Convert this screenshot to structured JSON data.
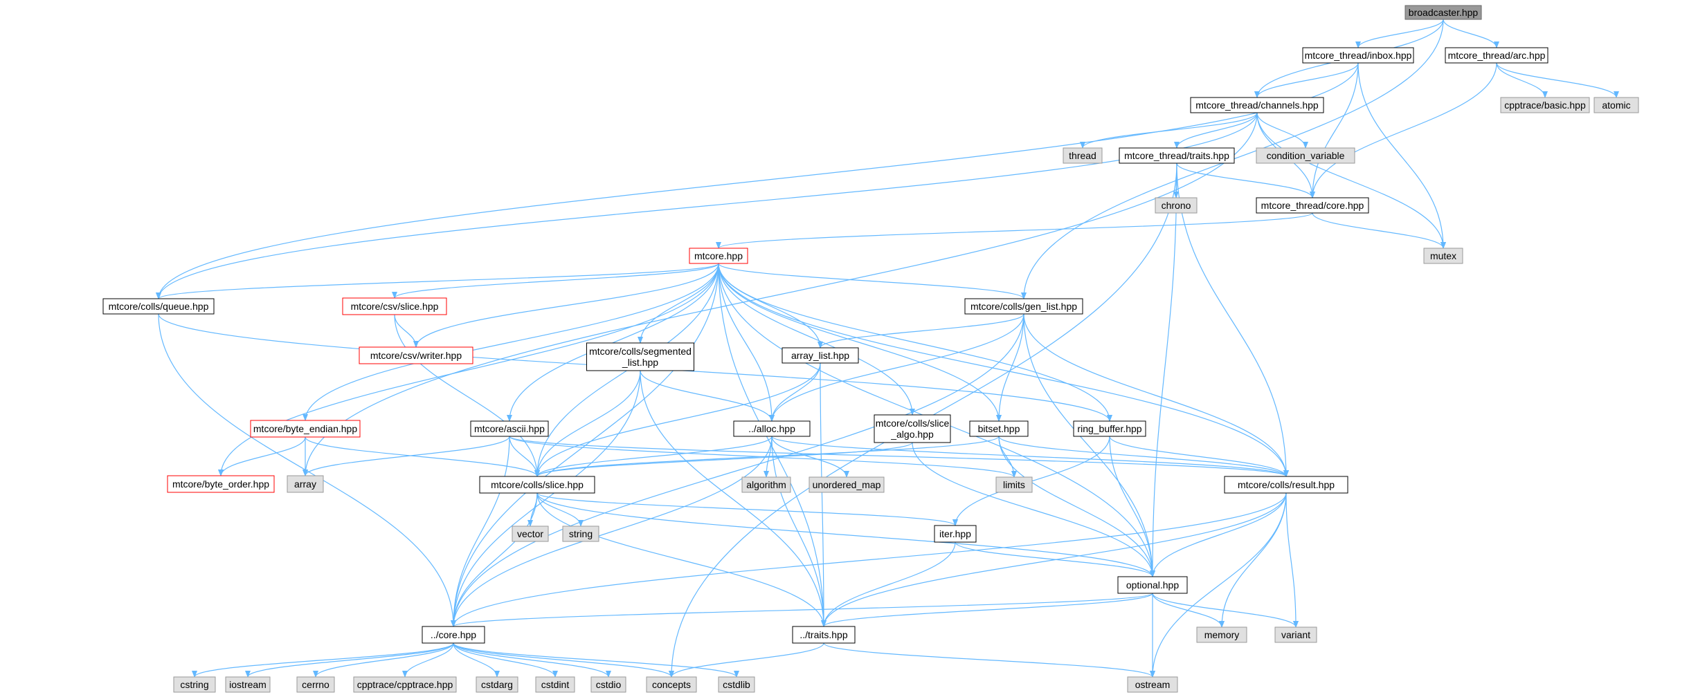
{
  "colors": {
    "edge": "#63b8ff",
    "node_fill": "#ffffff",
    "node_stroke": "#000000",
    "system_fill": "#e0e0e0",
    "system_stroke": "#999999",
    "root_fill": "#999999",
    "root_stroke": "#666666",
    "missing_stroke": "#ff0000",
    "text": "#000000"
  },
  "nodes": [
    {
      "id": "broadcaster",
      "label": "broadcaster.hpp",
      "kind": "root"
    },
    {
      "id": "inbox",
      "label": "mtcore_thread/inbox.hpp",
      "kind": "normal"
    },
    {
      "id": "arc",
      "label": "mtcore_thread/arc.hpp",
      "kind": "normal"
    },
    {
      "id": "cpptrace_basic",
      "label": "cpptrace/basic.hpp",
      "kind": "system"
    },
    {
      "id": "atomic",
      "label": "atomic",
      "kind": "system"
    },
    {
      "id": "channels",
      "label": "mtcore_thread/channels.hpp",
      "kind": "normal"
    },
    {
      "id": "thread",
      "label": "thread",
      "kind": "system"
    },
    {
      "id": "traits_thread",
      "label": "mtcore_thread/traits.hpp",
      "kind": "normal"
    },
    {
      "id": "condvar",
      "label": "condition_variable",
      "kind": "system"
    },
    {
      "id": "chrono",
      "label": "chrono",
      "kind": "system"
    },
    {
      "id": "core_thread",
      "label": "mtcore_thread/core.hpp",
      "kind": "normal"
    },
    {
      "id": "mutex",
      "label": "mutex",
      "kind": "system"
    },
    {
      "id": "mtcore",
      "label": "mtcore.hpp",
      "kind": "missing"
    },
    {
      "id": "queue",
      "label": "mtcore/colls/queue.hpp",
      "kind": "normal"
    },
    {
      "id": "csv_slice",
      "label": "mtcore/csv/slice.hpp",
      "kind": "missing"
    },
    {
      "id": "gen_list",
      "label": "mtcore/colls/gen_list.hpp",
      "kind": "normal"
    },
    {
      "id": "csv_writer",
      "label": "mtcore/csv/writer.hpp",
      "kind": "missing"
    },
    {
      "id": "segmented",
      "label": "mtcore/colls/segmented\n_list.hpp",
      "kind": "normal"
    },
    {
      "id": "array_list",
      "label": "array_list.hpp",
      "kind": "normal"
    },
    {
      "id": "byte_endian",
      "label": "mtcore/byte_endian.hpp",
      "kind": "missing"
    },
    {
      "id": "ascii",
      "label": "mtcore/ascii.hpp",
      "kind": "normal"
    },
    {
      "id": "alloc",
      "label": "../alloc.hpp",
      "kind": "normal"
    },
    {
      "id": "slice_algo",
      "label": "mtcore/colls/slice\n_algo.hpp",
      "kind": "normal"
    },
    {
      "id": "bitset",
      "label": "bitset.hpp",
      "kind": "normal"
    },
    {
      "id": "ring_buffer",
      "label": "ring_buffer.hpp",
      "kind": "normal"
    },
    {
      "id": "byte_order",
      "label": "mtcore/byte_order.hpp",
      "kind": "missing"
    },
    {
      "id": "array",
      "label": "array",
      "kind": "system"
    },
    {
      "id": "colls_slice",
      "label": "mtcore/colls/slice.hpp",
      "kind": "normal"
    },
    {
      "id": "algorithm",
      "label": "algorithm",
      "kind": "system"
    },
    {
      "id": "unordered_map",
      "label": "unordered_map",
      "kind": "system"
    },
    {
      "id": "limits",
      "label": "limits",
      "kind": "system"
    },
    {
      "id": "result",
      "label": "mtcore/colls/result.hpp",
      "kind": "normal"
    },
    {
      "id": "vector",
      "label": "vector",
      "kind": "system"
    },
    {
      "id": "string",
      "label": "string",
      "kind": "system"
    },
    {
      "id": "iter",
      "label": "iter.hpp",
      "kind": "normal"
    },
    {
      "id": "optional",
      "label": "optional.hpp",
      "kind": "normal"
    },
    {
      "id": "core",
      "label": "../core.hpp",
      "kind": "normal"
    },
    {
      "id": "traits",
      "label": "../traits.hpp",
      "kind": "normal"
    },
    {
      "id": "memory",
      "label": "memory",
      "kind": "system"
    },
    {
      "id": "variant",
      "label": "variant",
      "kind": "system"
    },
    {
      "id": "cstring",
      "label": "cstring",
      "kind": "system"
    },
    {
      "id": "iostream",
      "label": "iostream",
      "kind": "system"
    },
    {
      "id": "cerrno",
      "label": "cerrno",
      "kind": "system"
    },
    {
      "id": "cpptrace",
      "label": "cpptrace/cpptrace.hpp",
      "kind": "system"
    },
    {
      "id": "cstdarg",
      "label": "cstdarg",
      "kind": "system"
    },
    {
      "id": "cstdint",
      "label": "cstdint",
      "kind": "system"
    },
    {
      "id": "cstdio",
      "label": "cstdio",
      "kind": "system"
    },
    {
      "id": "concepts",
      "label": "concepts",
      "kind": "system"
    },
    {
      "id": "cstdlib",
      "label": "cstdlib",
      "kind": "system"
    },
    {
      "id": "ostream",
      "label": "ostream",
      "kind": "system"
    }
  ],
  "edges": [
    [
      "broadcaster",
      "inbox"
    ],
    [
      "broadcaster",
      "arc"
    ],
    [
      "broadcaster",
      "channels"
    ],
    [
      "broadcaster",
      "gen_list"
    ],
    [
      "inbox",
      "channels"
    ],
    [
      "inbox",
      "core_thread"
    ],
    [
      "inbox",
      "mutex"
    ],
    [
      "inbox",
      "queue"
    ],
    [
      "arc",
      "cpptrace_basic"
    ],
    [
      "arc",
      "atomic"
    ],
    [
      "arc",
      "core_thread"
    ],
    [
      "channels",
      "thread"
    ],
    [
      "channels",
      "traits_thread"
    ],
    [
      "channels",
      "condvar"
    ],
    [
      "channels",
      "core_thread"
    ],
    [
      "channels",
      "mutex"
    ],
    [
      "channels",
      "queue"
    ],
    [
      "channels",
      "array"
    ],
    [
      "traits_thread",
      "chrono"
    ],
    [
      "traits_thread",
      "core_thread"
    ],
    [
      "traits_thread",
      "result"
    ],
    [
      "traits_thread",
      "optional"
    ],
    [
      "traits_thread",
      "concepts"
    ],
    [
      "core_thread",
      "mutex"
    ],
    [
      "core_thread",
      "mtcore"
    ],
    [
      "mtcore",
      "queue"
    ],
    [
      "mtcore",
      "csv_slice"
    ],
    [
      "mtcore",
      "csv_writer"
    ],
    [
      "mtcore",
      "gen_list"
    ],
    [
      "mtcore",
      "segmented"
    ],
    [
      "mtcore",
      "array_list"
    ],
    [
      "mtcore",
      "byte_endian"
    ],
    [
      "mtcore",
      "ascii"
    ],
    [
      "mtcore",
      "alloc"
    ],
    [
      "mtcore",
      "slice_algo"
    ],
    [
      "mtcore",
      "bitset"
    ],
    [
      "mtcore",
      "ring_buffer"
    ],
    [
      "mtcore",
      "byte_order"
    ],
    [
      "mtcore",
      "colls_slice"
    ],
    [
      "mtcore",
      "result"
    ],
    [
      "mtcore",
      "optional"
    ],
    [
      "mtcore",
      "core"
    ],
    [
      "mtcore",
      "traits"
    ],
    [
      "queue",
      "ring_buffer"
    ],
    [
      "queue",
      "core"
    ],
    [
      "csv_slice",
      "csv_writer"
    ],
    [
      "csv_slice",
      "colls_slice"
    ],
    [
      "gen_list",
      "array_list"
    ],
    [
      "gen_list",
      "alloc"
    ],
    [
      "gen_list",
      "bitset"
    ],
    [
      "gen_list",
      "result"
    ],
    [
      "gen_list",
      "optional"
    ],
    [
      "gen_list",
      "core"
    ],
    [
      "segmented",
      "alloc"
    ],
    [
      "segmented",
      "colls_slice"
    ],
    [
      "segmented",
      "core"
    ],
    [
      "segmented",
      "traits"
    ],
    [
      "array_list",
      "alloc"
    ],
    [
      "array_list",
      "colls_slice"
    ],
    [
      "array_list",
      "traits"
    ],
    [
      "byte_endian",
      "byte_order"
    ],
    [
      "byte_endian",
      "array"
    ],
    [
      "byte_endian",
      "colls_slice"
    ],
    [
      "ascii",
      "array"
    ],
    [
      "ascii",
      "colls_slice"
    ],
    [
      "ascii",
      "limits"
    ],
    [
      "ascii",
      "result"
    ],
    [
      "ascii",
      "core"
    ],
    [
      "alloc",
      "colls_slice"
    ],
    [
      "alloc",
      "algorithm"
    ],
    [
      "alloc",
      "unordered_map"
    ],
    [
      "alloc",
      "result"
    ],
    [
      "alloc",
      "core"
    ],
    [
      "alloc",
      "traits"
    ],
    [
      "slice_algo",
      "colls_slice"
    ],
    [
      "slice_algo",
      "optional"
    ],
    [
      "bitset",
      "limits"
    ],
    [
      "bitset",
      "result"
    ],
    [
      "bitset",
      "optional"
    ],
    [
      "bitset",
      "colls_slice"
    ],
    [
      "ring_buffer",
      "iter"
    ],
    [
      "ring_buffer",
      "result"
    ],
    [
      "ring_buffer",
      "optional"
    ],
    [
      "colls_slice",
      "vector"
    ],
    [
      "colls_slice",
      "string"
    ],
    [
      "colls_slice",
      "iter"
    ],
    [
      "colls_slice",
      "optional"
    ],
    [
      "colls_slice",
      "core"
    ],
    [
      "colls_slice",
      "traits"
    ],
    [
      "result",
      "optional"
    ],
    [
      "result",
      "memory"
    ],
    [
      "result",
      "variant"
    ],
    [
      "result",
      "ostream"
    ],
    [
      "result",
      "core"
    ],
    [
      "result",
      "traits"
    ],
    [
      "iter",
      "optional"
    ],
    [
      "iter",
      "traits"
    ],
    [
      "optional",
      "memory"
    ],
    [
      "optional",
      "variant"
    ],
    [
      "optional",
      "ostream"
    ],
    [
      "optional",
      "core"
    ],
    [
      "optional",
      "traits"
    ],
    [
      "core",
      "cstring"
    ],
    [
      "core",
      "iostream"
    ],
    [
      "core",
      "cerrno"
    ],
    [
      "core",
      "cpptrace"
    ],
    [
      "core",
      "cstdarg"
    ],
    [
      "core",
      "cstdint"
    ],
    [
      "core",
      "cstdio"
    ],
    [
      "core",
      "concepts"
    ],
    [
      "core",
      "cstdlib"
    ],
    [
      "traits",
      "concepts"
    ],
    [
      "traits",
      "ostream"
    ]
  ]
}
